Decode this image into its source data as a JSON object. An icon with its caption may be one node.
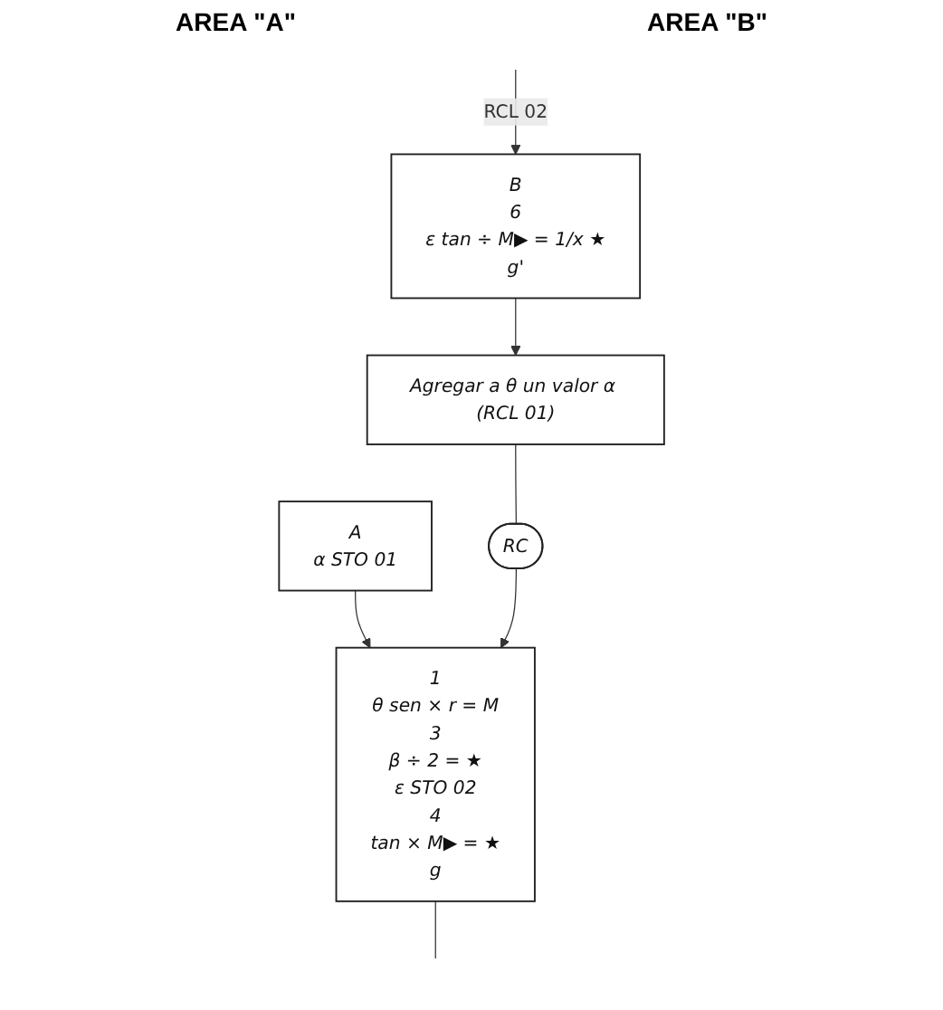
{
  "diagram": {
    "nodes": [
      {
        "text": [
          "A",
          "α STO 01"
        ]
      },
      {
        "text": [
          "1",
          "θ sen × r = M",
          "3",
          "β ÷ 2 = ★",
          "ε STO 02",
          "4",
          "tan × M▶ = ★",
          "g"
        ]
      },
      {
        "text": [
          "RC"
        ]
      },
      {
        "text": [
          "B",
          "6",
          "ε tan ÷ M▶ = 1/x ★",
          "g'"
        ]
      },
      {
        "text": [
          "Agregar a θ un valor α (RCL 01)"
        ]
      }
    ],
    "edges": [
      {
        "from": 0,
        "to": 1,
        "arrow": "to"
      },
      {
        "from": 1,
        "to": null,
        "arrow": "none"
      },
      {
        "from": 4,
        "to": 2,
        "arrow": "none"
      },
      {
        "from": 2,
        "to": 1,
        "arrow": "to"
      },
      {
        "from": null,
        "to": 3,
        "arrow": "to",
        "label": "RCL 02"
      },
      {
        "from": 3,
        "to": 4,
        "arrow": "to"
      }
    ],
    "labels": [
      "AREA \"A\"",
      "AREA \"B\""
    ]
  }
}
